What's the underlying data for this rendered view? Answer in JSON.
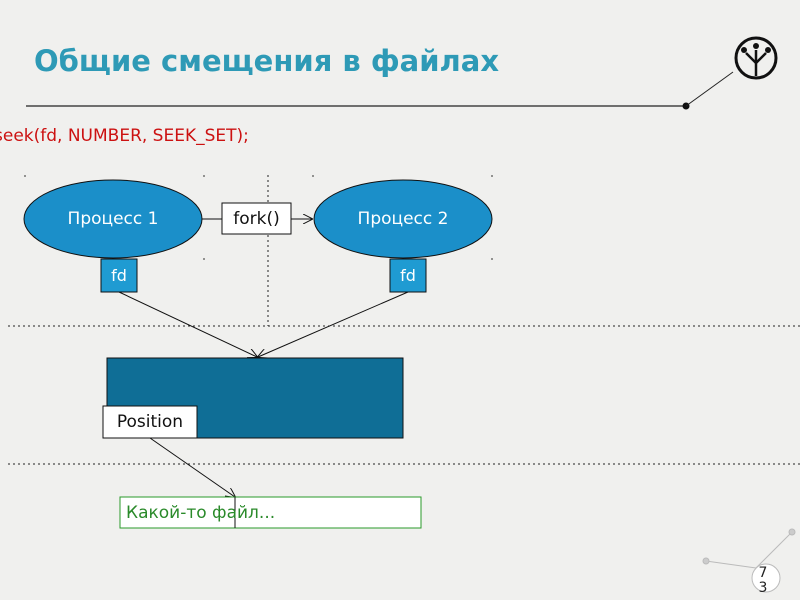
{
  "slide": {
    "title": "Общие смещения в файлах",
    "code_line": "seek(fd, NUMBER, SEEK_SET);",
    "process1": "Процесс 1",
    "process2": "Процесс 2",
    "fork_label": "fork()",
    "fd_label_1": "fd",
    "fd_label_2": "fd",
    "position_label": "Position",
    "file_label": "Какой-то файл...",
    "page_number_top": "7",
    "page_number_bottom": "3"
  },
  "colors": {
    "title": "#2e9ab6",
    "code": "#cc1111",
    "ellipse_fill": "#1b8fc9",
    "fd_fill": "#1f9bd2",
    "table_fill": "#0f6e96",
    "file_border": "#2a9a2a",
    "file_text": "#2a8a2a"
  },
  "icons": {
    "logo": "branch-circle-icon"
  }
}
